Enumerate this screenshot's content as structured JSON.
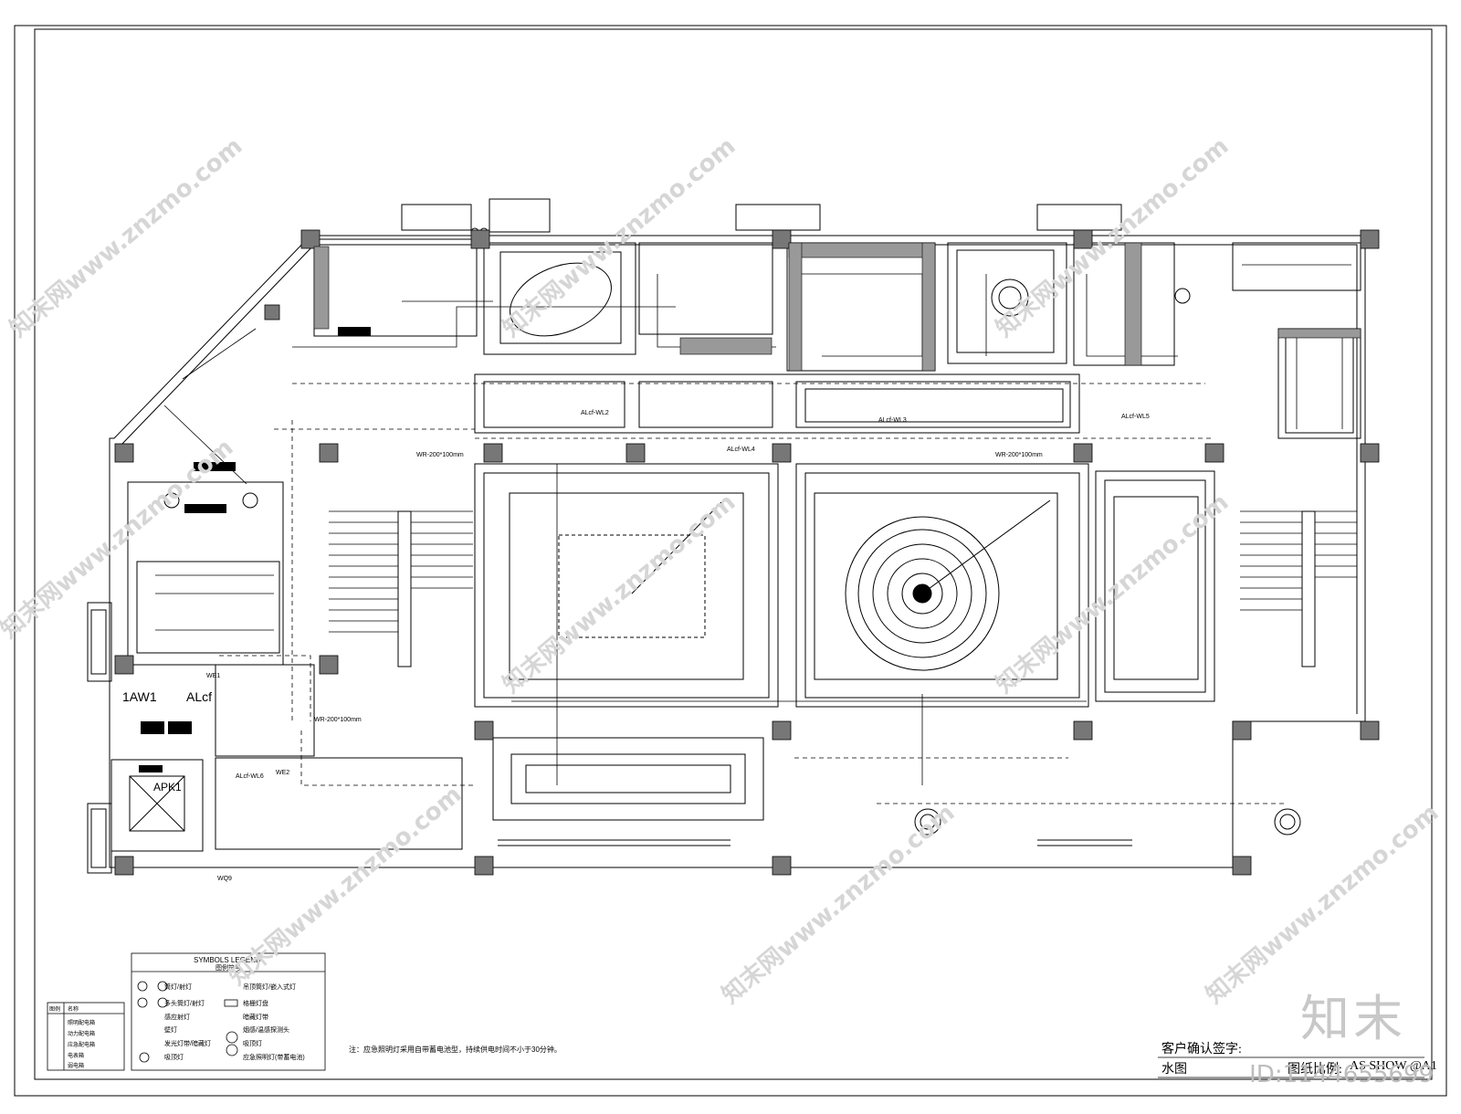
{
  "drawing": {
    "panel_labels": [
      "1AW1",
      "ALcf",
      "APK1"
    ],
    "circuit_tags": [
      "ALcf-WL2",
      "ALcf-WL3",
      "ALcf-WL4",
      "ALcf-WL5",
      "ALcf-WL6"
    ],
    "conduit_notes": [
      "WR-200*100mm",
      "WR-200*100mm",
      "WR-200*100mm"
    ],
    "side_tags": [
      "WQ9",
      "WE2",
      "WE1"
    ]
  },
  "legend": {
    "title": "SYMBOLS LEGEND",
    "subtitle": "图例符号",
    "items_left": [
      "筒灯/射灯",
      "多头筒灯/射灯",
      "感应射灯",
      "壁灯",
      "发光灯带/暗藏灯",
      "吸顶灯"
    ],
    "items_right": [
      "吊顶筒灯/嵌入式灯",
      "格栅灯盘",
      "暗藏灯带",
      "烟感/温感探测头",
      "吸顶灯",
      "应急照明灯(带蓄电池)"
    ],
    "small_header": [
      "图例",
      "名称"
    ],
    "small_items": [
      "照明配电箱",
      "动力配电箱",
      "应急配电箱",
      "电表箱",
      "弱电箱"
    ]
  },
  "note": "注：应急照明灯采用自带蓄电池型，持续供电时间不小于30分钟。",
  "title_block": {
    "client_confirm": "客户确认签字:",
    "drawing_name": "水图",
    "scale_label": "图纸比例:",
    "scale_value": "AS SHOW @A1"
  },
  "watermark": {
    "text": "知末网www.znzmo.com",
    "brand": "知末",
    "id_label": "ID:",
    "id_value": "1144655699"
  }
}
